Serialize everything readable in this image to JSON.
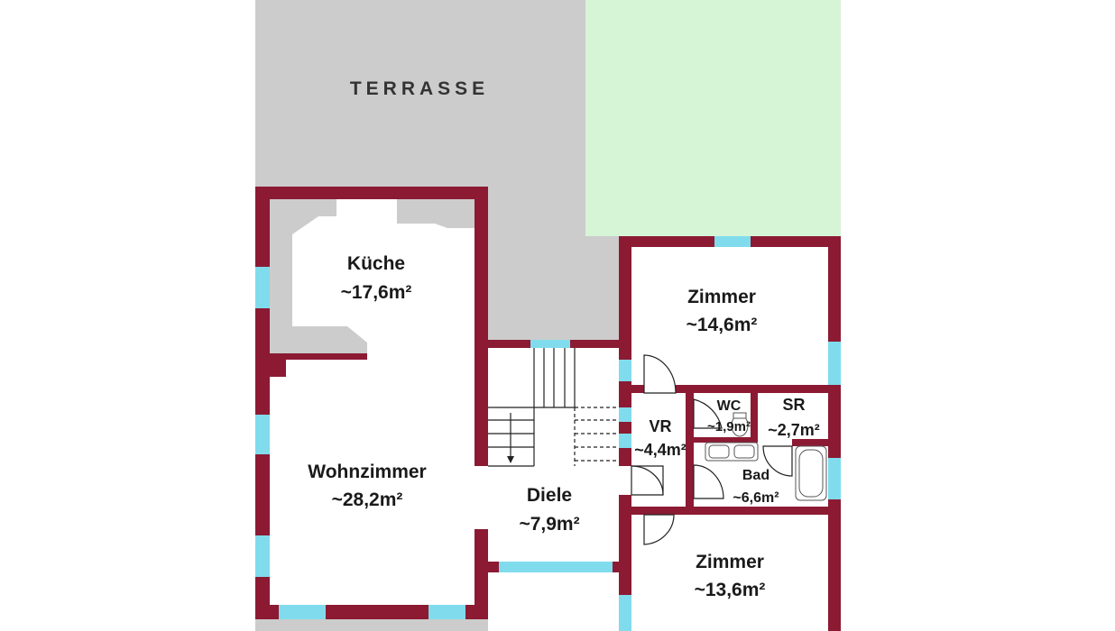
{
  "floorplan": {
    "terrace": {
      "label": "TERRASSE"
    },
    "rooms": [
      {
        "id": "kueche",
        "name": "Küche",
        "area": "~17,6m²"
      },
      {
        "id": "wohnzimmer",
        "name": "Wohnzimmer",
        "area": "~28,2m²"
      },
      {
        "id": "diele",
        "name": "Diele",
        "area": "~7,9m²"
      },
      {
        "id": "zimmer1",
        "name": "Zimmer",
        "area": "~14,6m²"
      },
      {
        "id": "vr",
        "name": "VR",
        "area": "~4,4m²"
      },
      {
        "id": "wc",
        "name": "WC",
        "area": "~1,9m²"
      },
      {
        "id": "sr",
        "name": "SR",
        "area": "~2,7m²"
      },
      {
        "id": "bad",
        "name": "Bad",
        "area": "~6,6m²"
      },
      {
        "id": "zimmer2",
        "name": "Zimmer",
        "area": "~13,6m²"
      }
    ]
  },
  "colors": {
    "wall": "#8c1a33",
    "window": "#80dcec",
    "terrace": "#cccccc",
    "garden": "#d6f5d6",
    "floor": "#ffffff",
    "line": "#222222"
  }
}
